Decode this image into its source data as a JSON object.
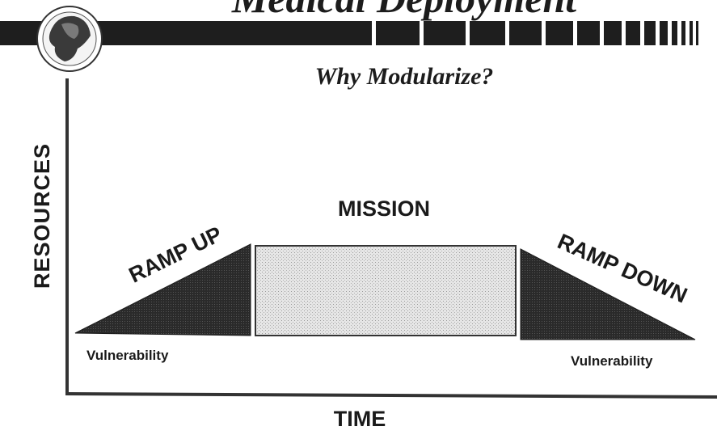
{
  "slide": {
    "title": "Medical Deployment",
    "subtitle": "Why Modularize?"
  },
  "axes": {
    "y_label": "RESOURCES",
    "x_label": "TIME"
  },
  "phases": {
    "ramp_up": "RAMP UP",
    "mission": "MISSION",
    "ramp_down": "RAMP DOWN"
  },
  "annotations": {
    "vulnerability_left": "Vulnerability",
    "vulnerability_right": "Vulnerability"
  },
  "colors": {
    "dark_fill": "#2b2b2b",
    "mission_fill": "#dcdcdc",
    "axis": "#333333"
  }
}
